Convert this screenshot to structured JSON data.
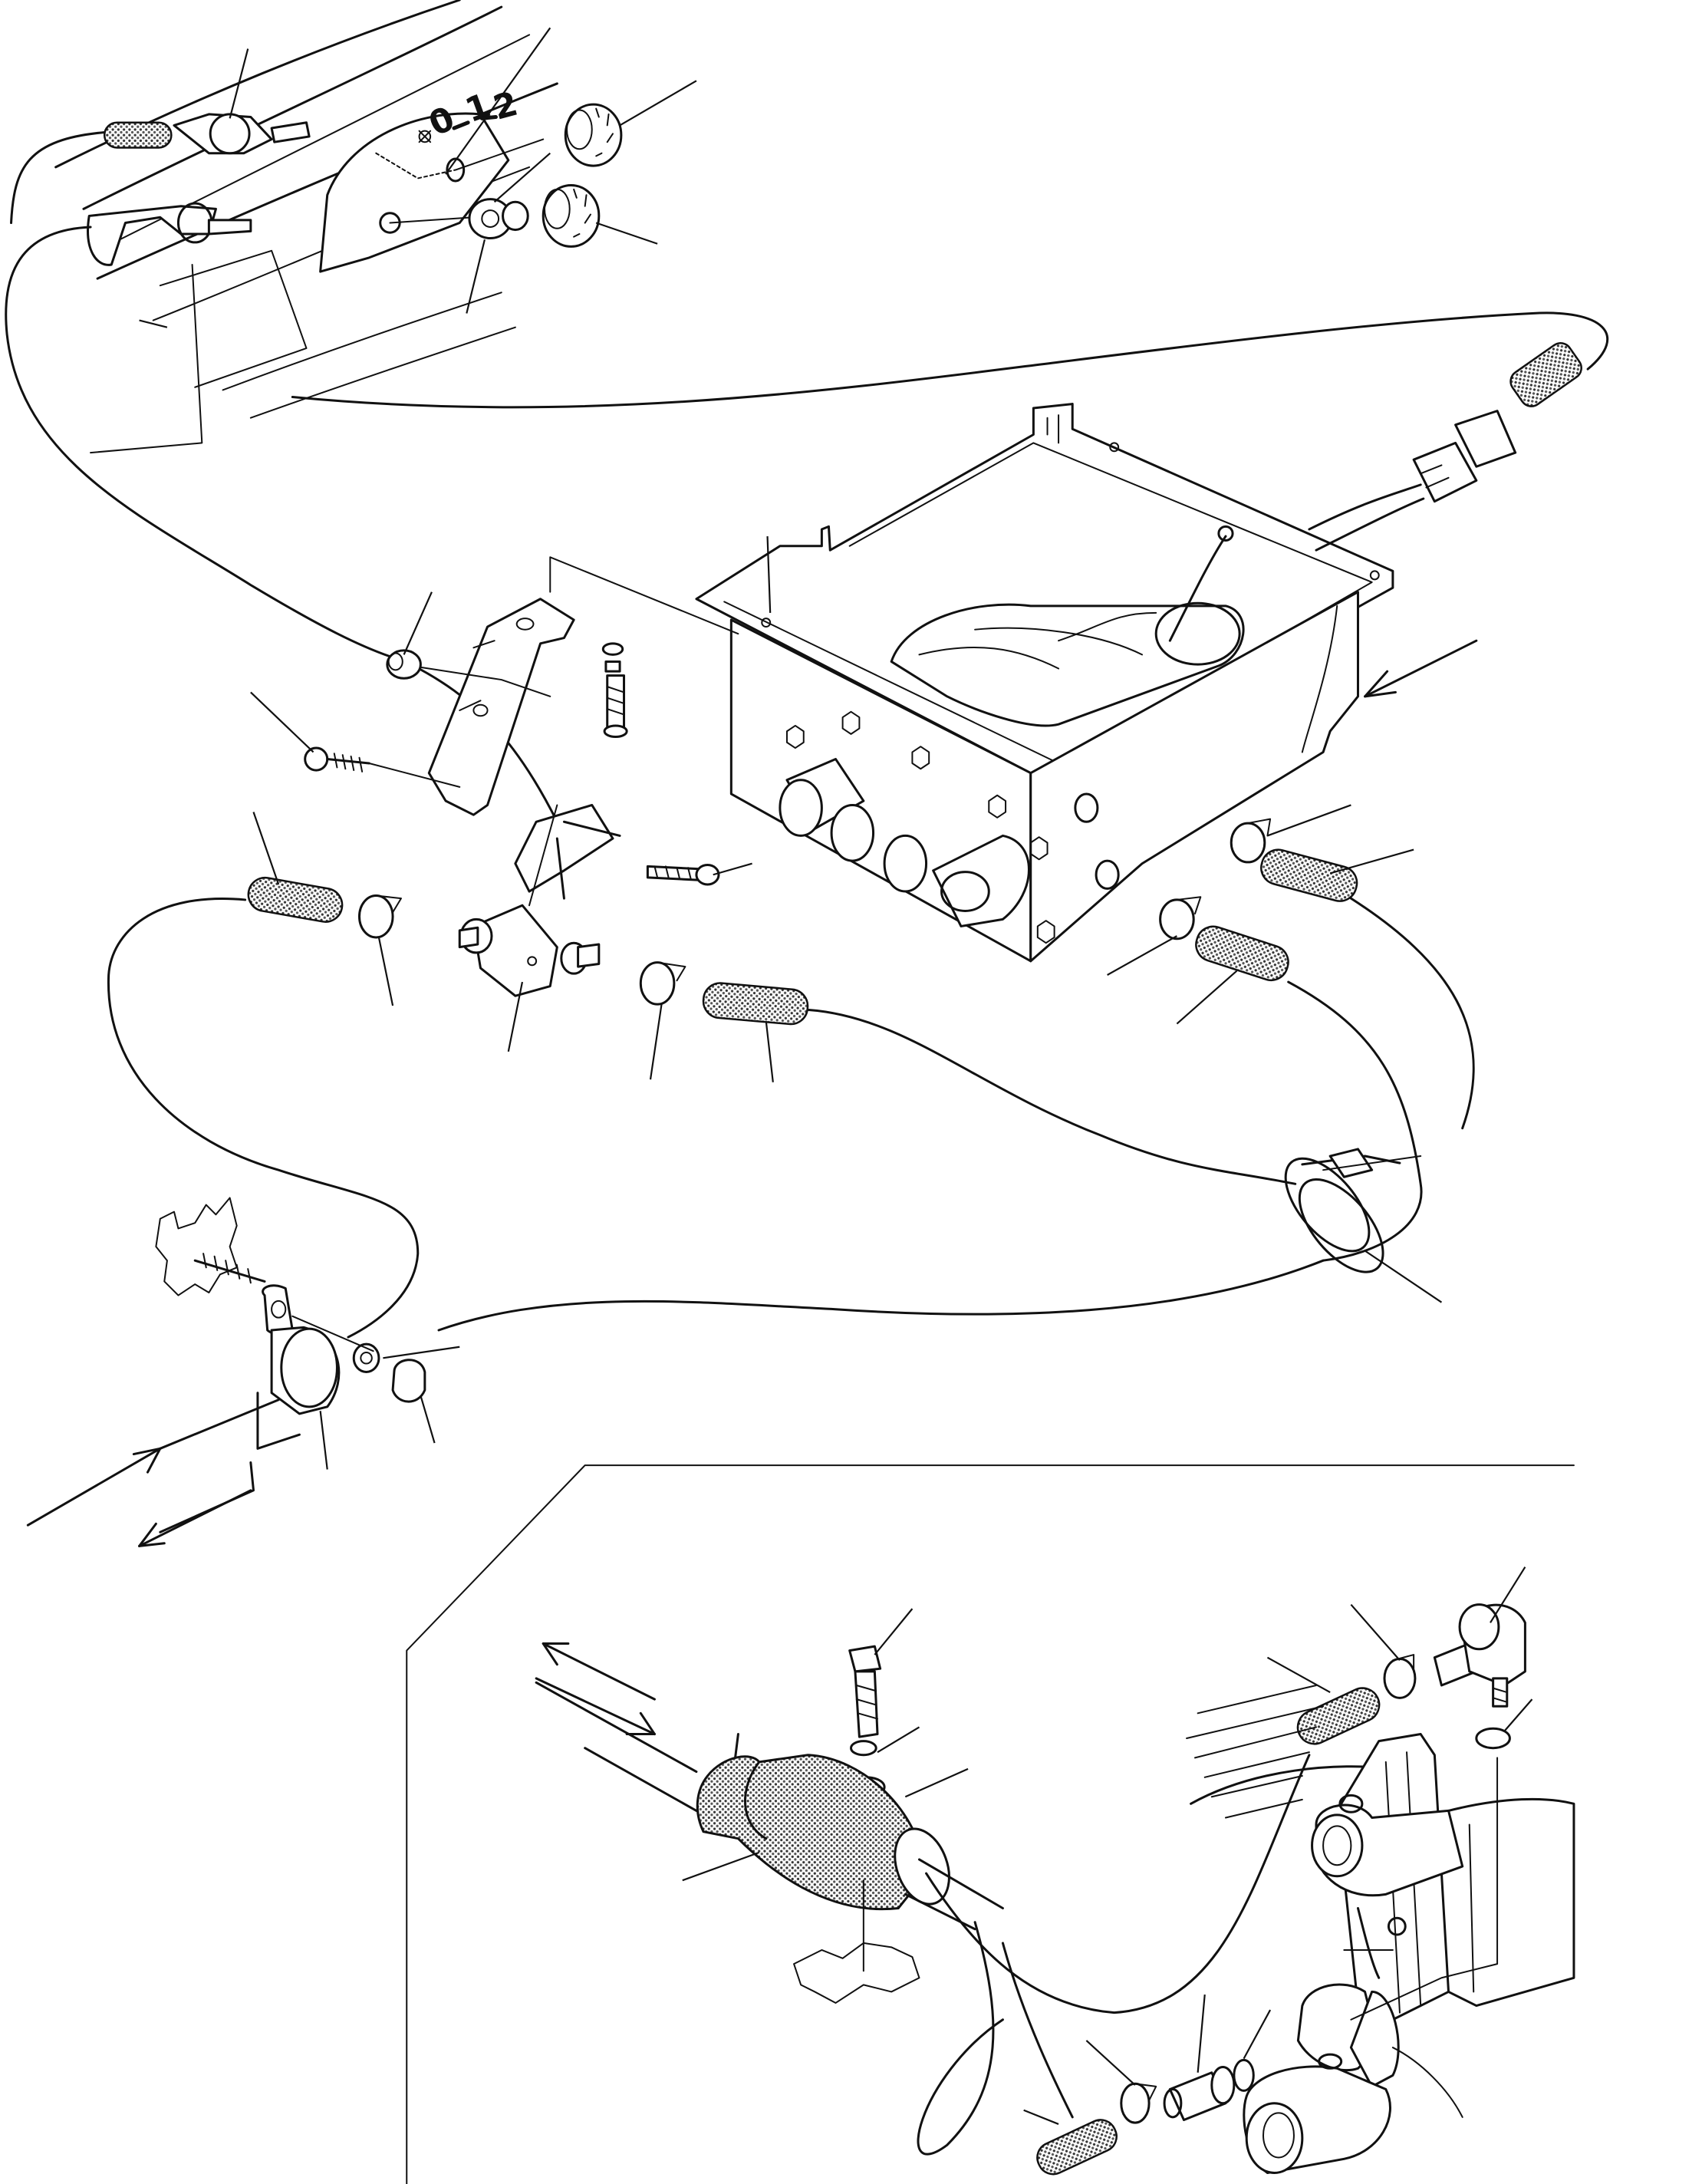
{
  "title": "",
  "dial": {
    "marks": [
      "0",
      "1",
      "2"
    ],
    "symbol": "fan-icon"
  },
  "arrows": {
    "flow": "double-arrow-icon",
    "insert": "arrow-icon"
  },
  "colors": {
    "line": "#111111",
    "background": "#ffffff",
    "hose_shading": "#8a8a8a"
  }
}
